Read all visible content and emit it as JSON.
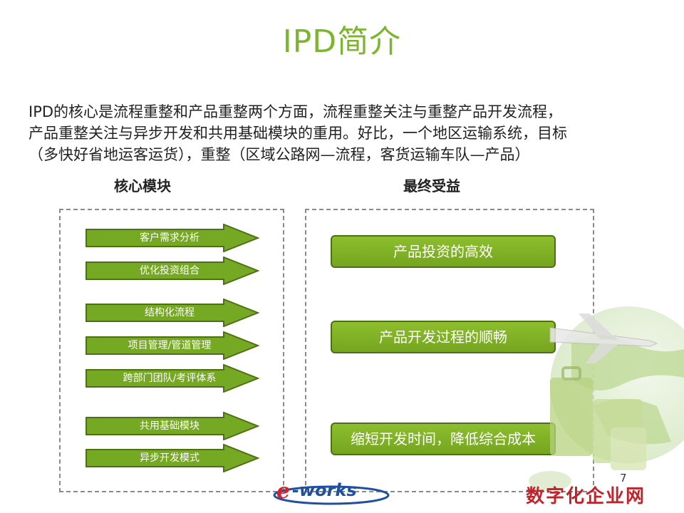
{
  "slide": {
    "title": "IPD简介",
    "intro": [
      "IPD的核心是流程重整和产品重整两个方面，流程重整关注与重整产品开发流程，",
      "产品重整关注与异步开发和共用基础模块的重用。好比，一个地区运输系统，目标",
      "（多快好省地运客运货），重整（区域公路网—流程，客货运输车队—产品）"
    ],
    "left_heading": "核心模块",
    "right_heading": "最终受益",
    "modules": [
      "客户需求分析",
      "优化投资组合",
      "结构化流程",
      "项目管理/管道管理",
      "跨部门团队/考评体系",
      "共用基础模块",
      "异步开发模式"
    ],
    "benefits": [
      "产品投资的高效",
      "产品开发过程的顺畅",
      "缩短开发时间，降低综合成本"
    ],
    "page_number": "7",
    "logo_text": "e-works",
    "watermark": "数字化企业网"
  },
  "colors": {
    "accent": "#7cb62e",
    "arrow_fill": "#76a923",
    "arrow_stroke": "#4f6e18",
    "watermark": "#c0242a"
  }
}
